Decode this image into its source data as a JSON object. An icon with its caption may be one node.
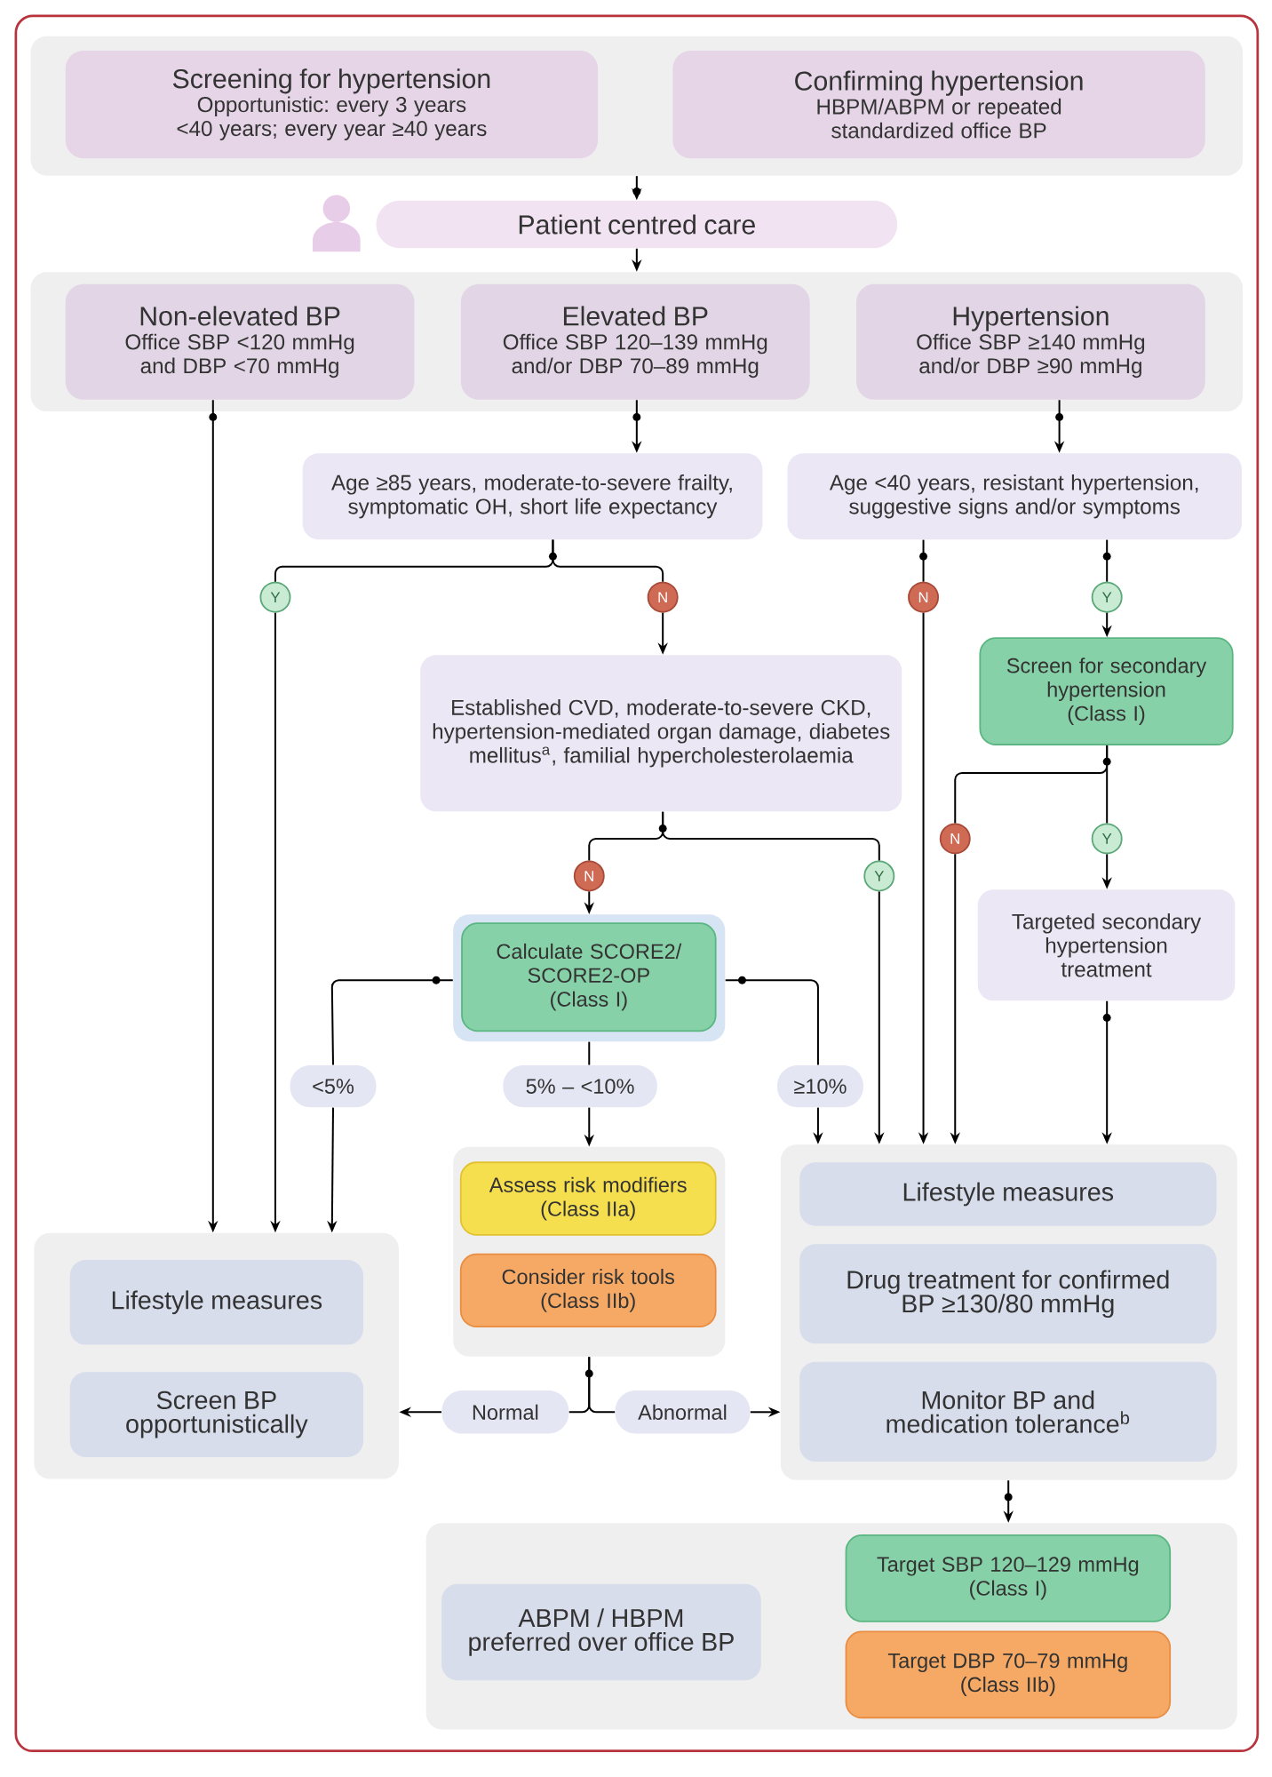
{
  "diagram": {
    "nodes": [
      {
        "text": [],
        "shape": "box"
      },
      {
        "text": [
          "Screening for hypertension",
          "Opportunistic: every 3 years <40 years; every year ≥40 years"
        ],
        "in": 0
      },
      {
        "text": [
          "Confirming hypertension",
          "HBPM/ABPM or repeated standardized office BP"
        ],
        "in": 0
      },
      {
        "text": [
          "Patient centred care"
        ]
      },
      {
        "text": [],
        "shape": "box"
      },
      {
        "text": [
          "Non-elevated BP",
          "Office SBP <120 mmHg and DBP <70 mmHg"
        ],
        "in": 4
      },
      {
        "text": [
          "Elevated BP",
          "Office SBP 120–139 mmHg and/or DBP 70–89 mmHg"
        ],
        "in": 4
      },
      {
        "text": [
          "Hypertension",
          "Office SBP ≥140 mmHg and/or DBP ≥90 mmHg"
        ],
        "in": 4
      },
      {
        "text": [
          "Age ≥85 years, moderate-to-severe frailty, symptomatic OH, short life expectancy"
        ]
      },
      {
        "text": [
          "Age <40 years, resistant hypertension, suggestive signs and/or symptoms"
        ]
      },
      {
        "text": [
          "Y"
        ]
      },
      {
        "text": [
          "N"
        ]
      },
      {
        "text": [
          "N"
        ]
      },
      {
        "text": [
          "Y"
        ]
      },
      {
        "text": [
          "Screen for secondary hypertension",
          "(Class I)"
        ]
      },
      {
        "text": [
          "Established CVD, moderate-to-severe CKD, hypertension-mediated organ damage, diabetes mellitus$^{a}$, familial hypercholesterolaemia"
        ]
      },
      {
        "text": [
          "N"
        ]
      },
      {
        "text": [
          "Y"
        ]
      },
      {
        "text": [
          "N"
        ]
      },
      {
        "text": [
          "Y"
        ]
      },
      {
        "text": [
          "Targeted secondary hypertension treatment"
        ]
      },
      {
        "text": [],
        "shape": "box"
      },
      {
        "text": [
          "Calculate SCORE2/ SCORE2-OP",
          "(Class I)"
        ],
        "in": 21
      },
      {
        "text": [
          "<5%"
        ]
      },
      {
        "text": [
          "5% – <10%"
        ]
      },
      {
        "text": [
          "≥10%"
        ]
      },
      {
        "text": [],
        "shape": "box"
      },
      {
        "text": [
          "Assess risk modifiers",
          "(Class IIa)"
        ],
        "in": 26
      },
      {
        "text": [
          "Consider risk tools",
          "(Class IIb)"
        ],
        "in": 26
      },
      {
        "text": [],
        "shape": "box"
      },
      {
        "text": [
          "Lifestyle measures"
        ],
        "in": 29
      },
      {
        "text": [
          "Drug treatment for confirmed BP ≥130/80 mmHg"
        ],
        "in": 29
      },
      {
        "text": [
          "Monitor BP and medication tolerance$^{b}$"
        ],
        "in": 29
      },
      {
        "text": [],
        "shape": "box"
      },
      {
        "text": [
          "Lifestyle measures"
        ],
        "in": 33
      },
      {
        "text": [
          "Screen BP opportunistically"
        ],
        "in": 33
      },
      {
        "text": [
          "Normal"
        ]
      },
      {
        "text": [
          "Abnormal"
        ]
      },
      {
        "text": [],
        "shape": "box"
      },
      {
        "text": [
          "ABPM / HBPM preferred over office BP"
        ],
        "in": 38
      },
      {
        "text": [
          "Target SBP 120–129 mmHg",
          "(Class I)"
        ],
        "in": 38
      },
      {
        "text": [
          "Target DBP 70–79 mmHg",
          "(Class IIb)"
        ],
        "in": 38
      }
    ],
    "edges": [
      {
        "from": 0,
        "to": 3,
        "arrow": "to"
      },
      {
        "from": 3,
        "to": 4,
        "arrow": "to"
      },
      {
        "from": 5,
        "to": 33,
        "arrow": "to"
      },
      {
        "from": 6,
        "to": 8,
        "arrow": "to"
      },
      {
        "from": 7,
        "to": 9,
        "arrow": "to"
      },
      {
        "from": 8,
        "to": 10,
        "arrow": "none"
      },
      {
        "from": 8,
        "to": 11,
        "arrow": "none"
      },
      {
        "from": 10,
        "to": 33,
        "arrow": "to"
      },
      {
        "from": 11,
        "to": 15,
        "arrow": "to"
      },
      {
        "from": 9,
        "to": 12,
        "arrow": "none"
      },
      {
        "from": 9,
        "to": 13,
        "arrow": "none"
      },
      {
        "from": 12,
        "to": 29,
        "arrow": "to"
      },
      {
        "from": 13,
        "to": 14,
        "arrow": "to"
      },
      {
        "from": 14,
        "to": 16,
        "arrow": "none"
      },
      {
        "from": 14,
        "to": 17,
        "arrow": "none"
      },
      {
        "from": 16,
        "to": 29,
        "arrow": "to"
      },
      {
        "from": 17,
        "to": 20,
        "arrow": "to"
      },
      {
        "from": 15,
        "to": 18,
        "arrow": "none"
      },
      {
        "from": 15,
        "to": 19,
        "arrow": "none"
      },
      {
        "from": 18,
        "to": 21,
        "arrow": "to"
      },
      {
        "from": 19,
        "to": 29,
        "arrow": "to"
      },
      {
        "from": 20,
        "to": 29,
        "arrow": "to"
      },
      {
        "from": 21,
        "to": 23,
        "arrow": "none"
      },
      {
        "from": 23,
        "to": 33,
        "arrow": "to"
      },
      {
        "from": 21,
        "to": 24,
        "arrow": "none"
      },
      {
        "from": 24,
        "to": 26,
        "arrow": "to"
      },
      {
        "from": 21,
        "to": 25,
        "arrow": "none"
      },
      {
        "from": 25,
        "to": 29,
        "arrow": "to"
      },
      {
        "from": 26,
        "to": 36,
        "arrow": "none"
      },
      {
        "from": 26,
        "to": 37,
        "arrow": "none"
      },
      {
        "from": 36,
        "to": 33,
        "arrow": "to"
      },
      {
        "from": 37,
        "to": 29,
        "arrow": "to"
      },
      {
        "from": 29,
        "to": 38,
        "arrow": "to"
      }
    ]
  }
}
